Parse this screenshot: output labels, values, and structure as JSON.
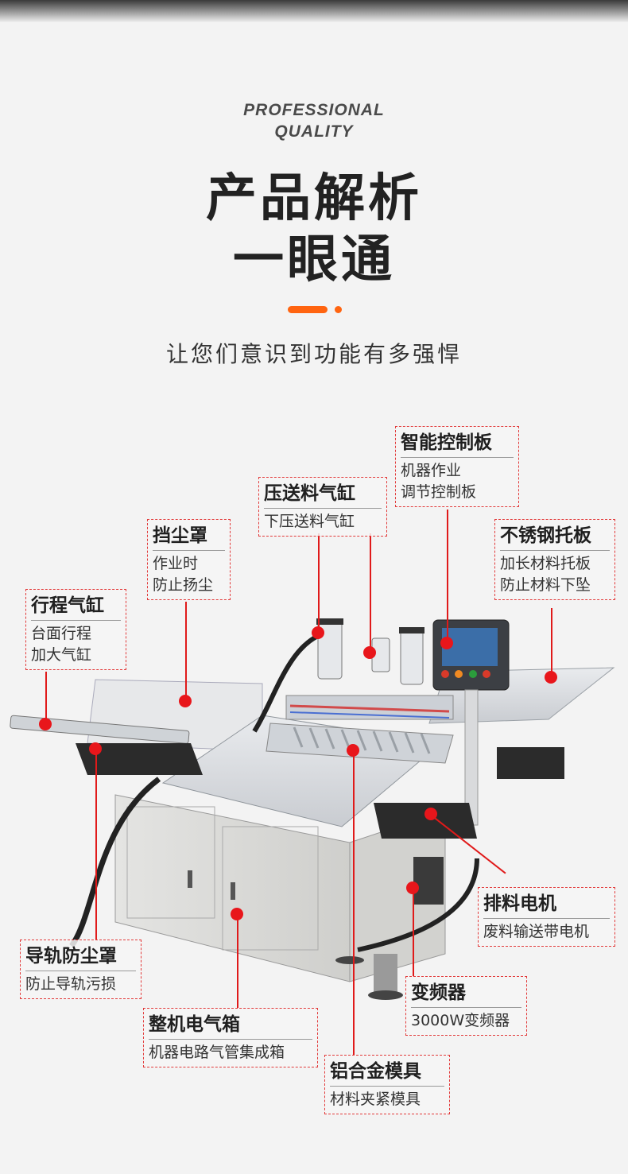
{
  "header": {
    "eyebrow_line1": "PROFESSIONAL",
    "eyebrow_line2": "QUALITY",
    "title_line1": "产品解析",
    "title_line2": "一眼通",
    "subtitle": "让您们意识到功能有多强悍"
  },
  "colors": {
    "accent": "#ff6410",
    "callout_border": "#e23a3a",
    "marker": "#e8161b"
  },
  "callouts": [
    {
      "id": "control",
      "title": "智能控制板",
      "lines": [
        "机器作业",
        "调节控制板"
      ]
    },
    {
      "id": "feed-cylinder",
      "title": "压送料气缸",
      "lines": [
        "下压送料气缸"
      ]
    },
    {
      "id": "steel-plate",
      "title": "不锈钢托板",
      "lines": [
        "加长材料托板",
        "防止材料下坠"
      ]
    },
    {
      "id": "dust-cover",
      "title": "挡尘罩",
      "lines": [
        "作业时",
        "防止扬尘"
      ]
    },
    {
      "id": "stroke-cylinder",
      "title": "行程气缸",
      "lines": [
        "台面行程",
        "加大气缸"
      ]
    },
    {
      "id": "discharge-motor",
      "title": "排料电机",
      "lines": [
        "废料输送带电机"
      ]
    },
    {
      "id": "rail-cover",
      "title": "导轨防尘罩",
      "lines": [
        "防止导轨污损"
      ]
    },
    {
      "id": "inverter",
      "title": "变频器",
      "lines": [
        "3000W变频器"
      ]
    },
    {
      "id": "electric-box",
      "title": "整机电气箱",
      "lines": [
        "机器电路气管集成箱"
      ]
    },
    {
      "id": "mold",
      "title": "铝合金模具",
      "lines": [
        "材料夹紧模具"
      ]
    }
  ]
}
